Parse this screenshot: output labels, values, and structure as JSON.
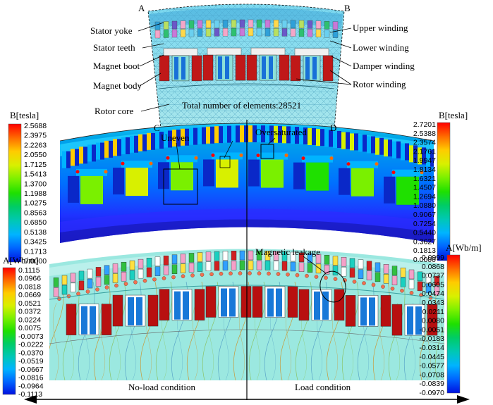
{
  "mesh_panel": {
    "corner_a": "A",
    "corner_b": "B",
    "labels_left": [
      "Stator yoke",
      "Stator teeth",
      "Magnet boot",
      "Magnet body",
      "Rotor core"
    ],
    "labels_right": [
      "Upper winding",
      "Lower winding",
      "Damper winding",
      "Rotor winding"
    ],
    "element_count": "Total number of elements:28521"
  },
  "flux_density_panel": {
    "corner_c": "C",
    "corner_d": "D",
    "annotation_uneven": "Uneven",
    "annotation_oversaturated": "Oversaturated"
  },
  "vector_potential_panel": {
    "annotation_leakage": "Magnetic leakage",
    "left_condition": "No-load condition",
    "right_condition": "Load condition"
  },
  "colorbars": {
    "b_left": {
      "title": "B[tesla]",
      "ticks": [
        "2.5688",
        "2.3975",
        "2.2263",
        "2.0550",
        "1.7125",
        "1.5413",
        "1.3700",
        "1.1988",
        "1.0275",
        "0.8563",
        "0.6850",
        "0.5138",
        "0.3425",
        "0.1713",
        "0.0000"
      ]
    },
    "b_right": {
      "title": "B[tesla]",
      "ticks": [
        "2.7201",
        "2.5388",
        "2.3574",
        "2.1761",
        "1.9947",
        "1.8134",
        "1.6321",
        "1.4507",
        "1.2694",
        "1.0880",
        "0.9067",
        "0.7254",
        "0.5440",
        "0.3627",
        "0.1813",
        "0.0000"
      ]
    },
    "a_left": {
      "title": "A[Wb/m]",
      "ticks": [
        "0.1115",
        "0.0966",
        "0.0818",
        "0.0669",
        "0.0521",
        "0.0372",
        "0.0224",
        "0.0075",
        "-0.0073",
        "-0.0222",
        "-0.0370",
        "-0.0519",
        "-0.0667",
        "-0.0816",
        "-0.0964",
        "-0.1113"
      ]
    },
    "a_right": {
      "title": "A[Wb/m]",
      "ticks": [
        "0.0999",
        "0.0868",
        "0.0737",
        "0.0605",
        "0.0474",
        "0.0343",
        "0.0211",
        "0.0080",
        "-0.0051",
        "-0.0183",
        "-0.0314",
        "-0.0445",
        "-0.0577",
        "-0.0708",
        "-0.0839",
        "-0.0970"
      ]
    }
  },
  "colors": {
    "rainbow": [
      "#ff0000",
      "#ff6a00",
      "#ffcc00",
      "#d8f000",
      "#7af000",
      "#1fe000",
      "#00cc66",
      "#00c8b4",
      "#00b4ff",
      "#0064ff",
      "#0010e0"
    ]
  }
}
